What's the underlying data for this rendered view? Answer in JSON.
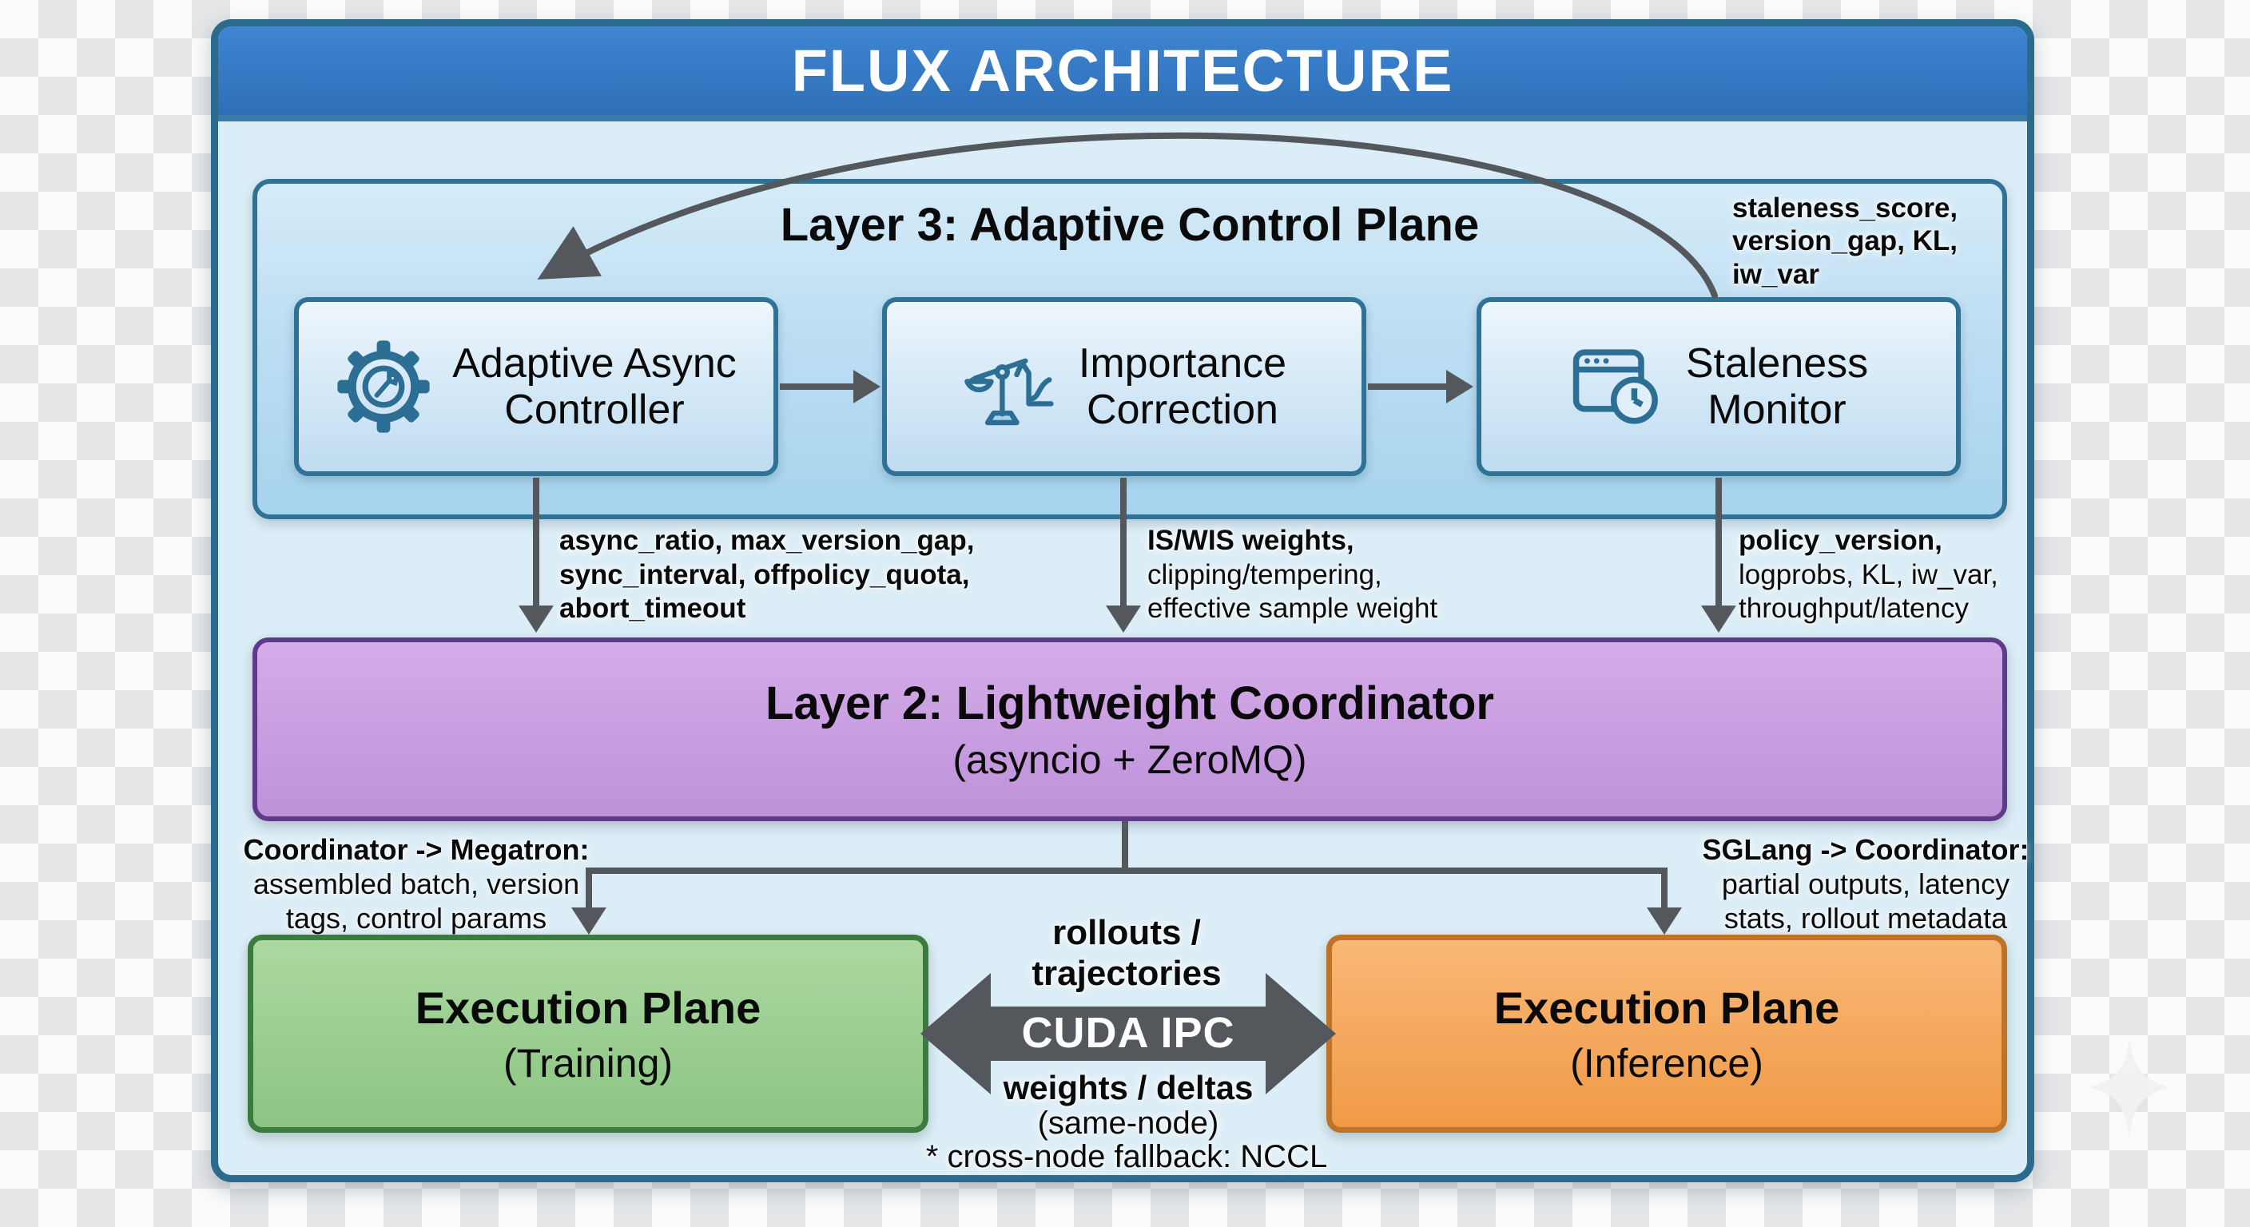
{
  "header": {
    "title": "FLUX ARCHITECTURE"
  },
  "layer3": {
    "title": "Layer 3: Adaptive Control Plane",
    "boxes": [
      {
        "line1": "Adaptive Async",
        "line2": "Controller",
        "icon": "gear-wrench-icon"
      },
      {
        "line1": "Importance",
        "line2": "Correction",
        "icon": "balance-scale-icon"
      },
      {
        "line1": "Staleness",
        "line2": "Monitor",
        "icon": "window-clock-icon"
      }
    ],
    "feedback_label": {
      "l1": "staleness_score,",
      "l2": "version_gap, KL,",
      "l3": "iw_var"
    }
  },
  "drops": [
    {
      "l1": "async_ratio, max_version_gap,",
      "l2": "sync_interval, offpolicy_quota,",
      "l3": "abort_timeout"
    },
    {
      "l1": "IS/WIS weights,",
      "l2": "clipping/tempering,",
      "l3": "effective sample weight"
    },
    {
      "l1": "policy_version,",
      "l2": "logprobs, KL, iw_var,",
      "l3": "throughput/latency"
    }
  ],
  "layer2": {
    "title": "Layer 2: Lightweight Coordinator",
    "subtitle": "(asyncio + ZeroMQ)"
  },
  "links": {
    "left": {
      "l1": "Coordinator -> Megatron:",
      "l2": "assembled batch, version",
      "l3": "tags, control params"
    },
    "right": {
      "l1": "SGLang -> Coordinator:",
      "l2": "partial outputs, latency",
      "l3": "stats, rollout metadata"
    }
  },
  "execution": {
    "training": {
      "title": "Execution Plane",
      "subtitle": "(Training)"
    },
    "inference": {
      "title": "Execution Plane",
      "subtitle": "(Inference)"
    }
  },
  "ipc": {
    "top1": "rollouts /",
    "top2": "trajectories",
    "label": "CUDA IPC",
    "bottom1": "weights / deltas",
    "bottom2": "(same-node)",
    "footnote": "* cross-node fallback: NCCL"
  },
  "colors": {
    "header_blue": "#3579c6",
    "frame_border": "#2a6b8d",
    "panel_blue": "#bfe0f2",
    "layer2_purple": "#c9a2e2",
    "training_green": "#9ecf92",
    "inference_orange": "#f7ab60",
    "arrow_gray": "#54585c",
    "icon_teal": "#2d6e95"
  }
}
